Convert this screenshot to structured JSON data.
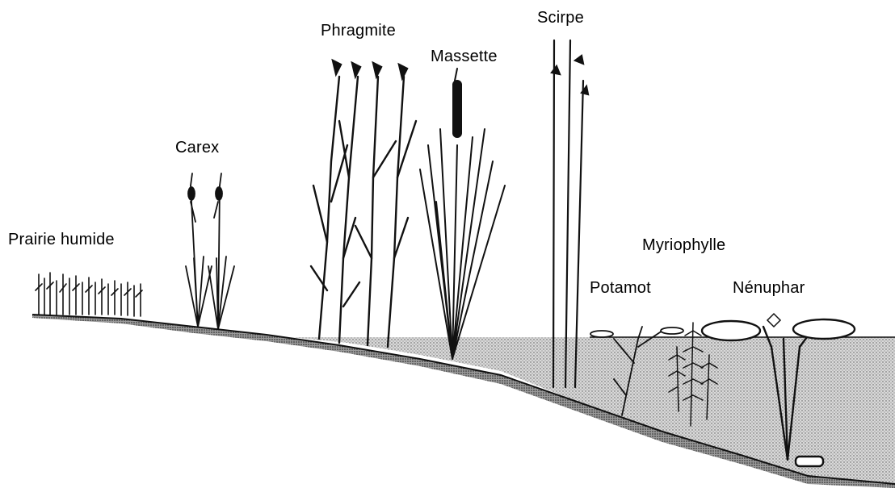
{
  "labels": {
    "prairie_humide": "Prairie humide",
    "carex": "Carex",
    "phragmite": "Phragmite",
    "massette": "Massette",
    "scirpe": "Scirpe",
    "myriophylle": "Myriophylle",
    "potamot": "Potamot",
    "nenuphar": "Nénuphar"
  }
}
